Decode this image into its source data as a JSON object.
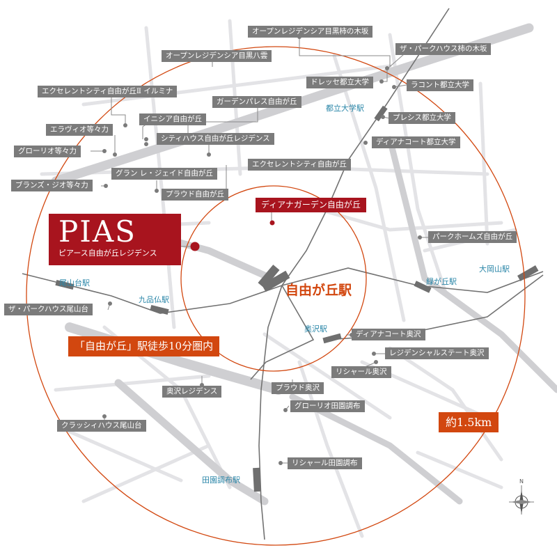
{
  "property": {
    "name": "PIAS",
    "subtitle": "ピアース自由が丘レジデンス",
    "color": "#a8141e"
  },
  "main_station": "自由が丘駅",
  "walk_zone_label": "「自由が丘」駅徒歩10分圏内",
  "radius_label": "約1.5km",
  "colors": {
    "circle": "#d2470f",
    "label_bg": "#7b7b7b",
    "station_text": "#2a86a8",
    "road": "#e3e3e6",
    "major_road": "#cfcfd2"
  },
  "featured_label": "ディアナガーデン自由が丘",
  "stations": [
    "都立大学駅",
    "緑が丘駅",
    "大岡山駅",
    "尾山台駅",
    "九品仏駅",
    "奥沢駅",
    "田園調布駅"
  ],
  "landmarks": [
    "オープンレジデンシア目黒柿の木坂",
    "ザ・パークハウス柿の木坂",
    "オープンレジデンシア目黒八雲",
    "ドレッセ都立大学",
    "ラコント都立大学",
    "エクセレントシティ自由が丘Ⅱ イルミナ",
    "ガーデンパレス自由が丘",
    "イニシア自由が丘",
    "プレシス都立大学",
    "エラヴィオ等々力",
    "シティハウス自由が丘レジデンス",
    "ディアナコート都立大学",
    "グローリオ等々力",
    "エクセレントシティ自由が丘",
    "グラン レ・ジェイド自由が丘",
    "ブランズ・ジオ等々力",
    "プラウド自由が丘",
    "パークホームズ自由が丘",
    "ザ・パークハウス尾山台",
    "ディアナコート奥沢",
    "レジデンシャルステート奥沢",
    "リシャール奥沢",
    "プラウド奥沢",
    "奥沢レジデンス",
    "グローリオ田園調布",
    "クラッシィハウス尾山台",
    "リシャール田園調布"
  ],
  "compass": {
    "north_label": "N"
  }
}
